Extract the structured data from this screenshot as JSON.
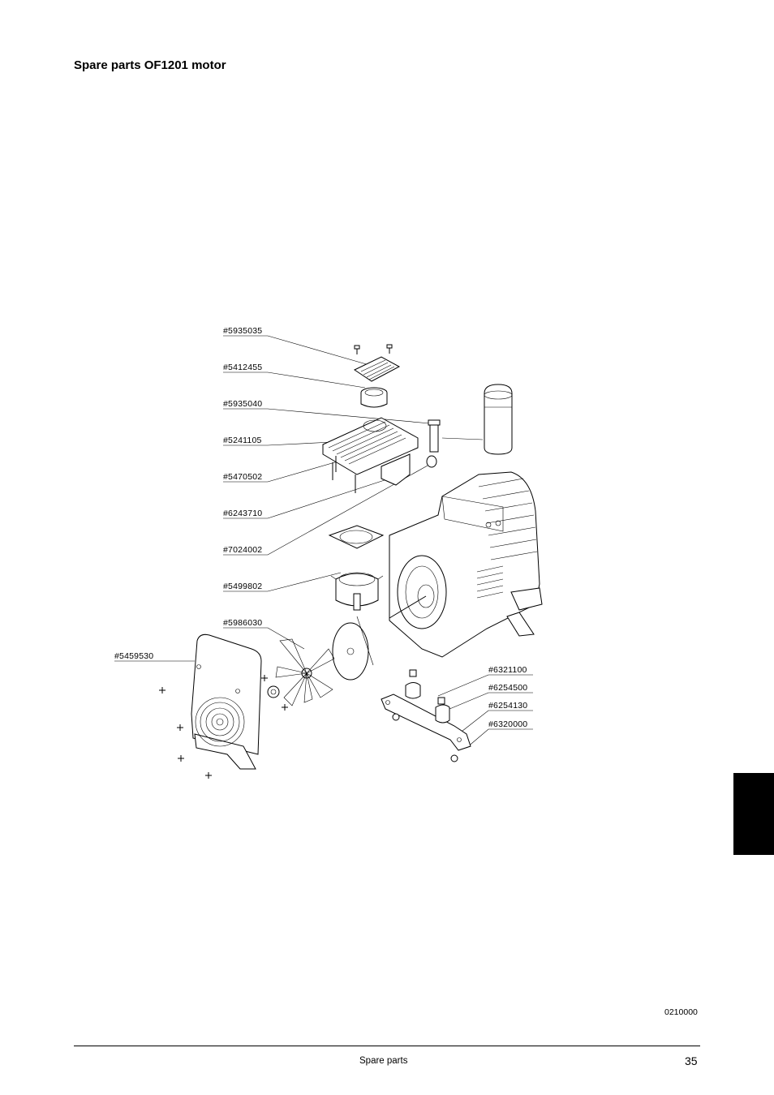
{
  "page": {
    "title": "Spare parts OF1201 motor",
    "doc_code": "0210000",
    "footer_section": "Spare parts",
    "page_number": "35"
  },
  "callouts": [
    {
      "id": "p1",
      "label": "#5935035"
    },
    {
      "id": "p2",
      "label": "#5412455"
    },
    {
      "id": "p3",
      "label": "#5935040"
    },
    {
      "id": "p4",
      "label": "#5241105"
    },
    {
      "id": "p5",
      "label": "#5470502"
    },
    {
      "id": "p6",
      "label": "#6243710"
    },
    {
      "id": "p7",
      "label": "#7024002"
    },
    {
      "id": "p8",
      "label": "#5499802"
    },
    {
      "id": "p9",
      "label": "#5986030"
    },
    {
      "id": "p10",
      "label": "#5459530"
    },
    {
      "id": "p11",
      "label": "#6321100"
    },
    {
      "id": "p12",
      "label": "#6254500"
    },
    {
      "id": "p13",
      "label": "#6254130"
    },
    {
      "id": "p14",
      "label": "#6320000"
    }
  ]
}
